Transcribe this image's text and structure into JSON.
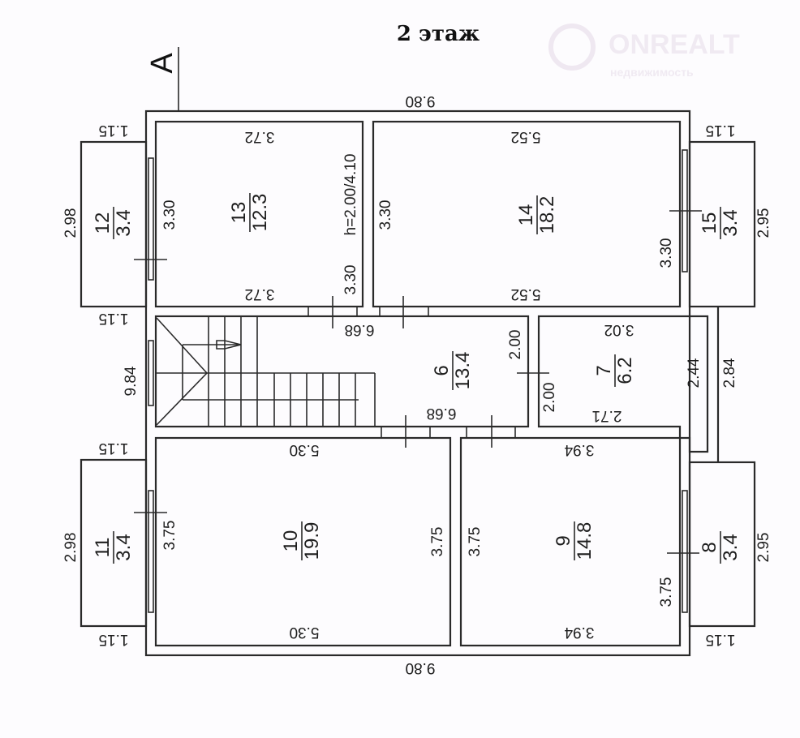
{
  "title": "2 этаж",
  "axis_label": "A",
  "watermark": {
    "brand": "ONREALT",
    "tagline": "недвижимость"
  },
  "rooms": {
    "r13": {
      "num": "13",
      "area": "12.3"
    },
    "r14": {
      "num": "14",
      "area": "18.2"
    },
    "r12": {
      "num": "12",
      "area": "3.4"
    },
    "r15": {
      "num": "15",
      "area": "3.4"
    },
    "r6": {
      "num": "6",
      "area": "13.4"
    },
    "r7": {
      "num": "7",
      "area": "6.2"
    },
    "r10": {
      "num": "10",
      "area": "19.9"
    },
    "r9": {
      "num": "9",
      "area": "14.8"
    },
    "r11": {
      "num": "11",
      "area": "3.4"
    },
    "r8": {
      "num": "8",
      "area": "3.4"
    }
  },
  "dims": {
    "overall_top": "9.80",
    "overall_bottom": "9.80",
    "bal_tl_top": "1.15",
    "bal_tl_bottom": "1.15",
    "bal_bl_top": "1.15",
    "bal_bl_bottom": "1.15",
    "bal_tr_top": "1.15",
    "bal_br_bottom": "1.15",
    "bal12_len": "2.98",
    "bal11_len": "2.98",
    "bal15_len": "2.95",
    "bal8_len": "2.95",
    "r13_left": "3.30",
    "r13_height_note": "h=2.00/4.10",
    "r13_right": "3.30",
    "r13_top": "3.72",
    "r13_bottom": "3.72",
    "r14_left": "3.30",
    "r14_right": "3.30",
    "r14_top": "5.52",
    "r14_bottom": "5.52",
    "hall_top": "6.68",
    "hall_bottom": "6.68",
    "hall_right": "2.00",
    "r7_left": "2.00",
    "r7_top": "3.02",
    "r7_bottom": "2.71",
    "r7_right": "2.44",
    "corridor": "2.84",
    "stair_total": "9.84",
    "r10_top": "5.30",
    "r10_bottom": "5.30",
    "r10_left": "3.75",
    "r10_right": "3.75",
    "r9_top": "3.94",
    "r9_bottom": "3.94",
    "r9_left": "3.75",
    "r9_right": "3.75"
  }
}
